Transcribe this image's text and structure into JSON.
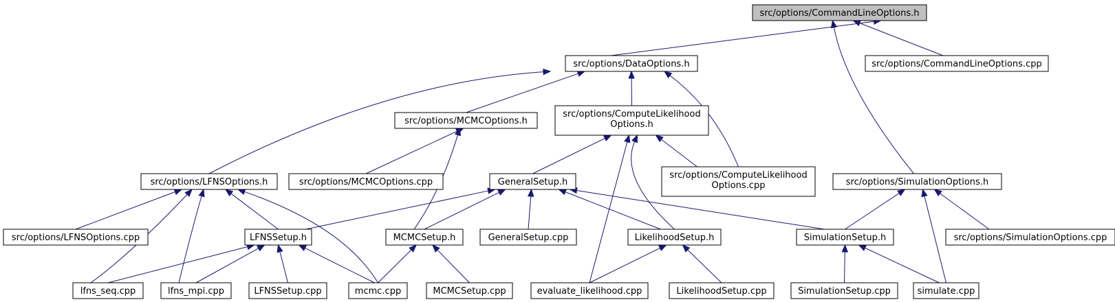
{
  "nodes": {
    "cmdline_h": {
      "lines": [
        "src/options/CommandLineOptions.h"
      ],
      "root": true
    },
    "cmdline_cpp": {
      "lines": [
        "src/options/CommandLineOptions.cpp"
      ]
    },
    "data_h": {
      "lines": [
        "src/options/DataOptions.h"
      ]
    },
    "mcmcopt_h": {
      "lines": [
        "src/options/MCMCOptions.h"
      ]
    },
    "compute_h": {
      "lines": [
        "src/options/ComputeLikelihood",
        "Options.h"
      ]
    },
    "lfnsopt_h": {
      "lines": [
        "src/options/LFNSOptions.h"
      ]
    },
    "mcmcopt_cpp": {
      "lines": [
        "src/options/MCMCOptions.cpp"
      ]
    },
    "general_h": {
      "lines": [
        "GeneralSetup.h"
      ]
    },
    "compute_cpp": {
      "lines": [
        "src/options/ComputeLikelihood",
        "Options.cpp"
      ]
    },
    "simopt_h": {
      "lines": [
        "src/options/SimulationOptions.h"
      ]
    },
    "lfnsopt_cpp": {
      "lines": [
        "src/options/LFNSOptions.cpp"
      ]
    },
    "lfnssetup_h": {
      "lines": [
        "LFNSSetup.h"
      ]
    },
    "mcmcsetup_h": {
      "lines": [
        "MCMCSetup.h"
      ]
    },
    "general_cpp": {
      "lines": [
        "GeneralSetup.cpp"
      ]
    },
    "likesetup_h": {
      "lines": [
        "LikelihoodSetup.h"
      ]
    },
    "simsetup_h": {
      "lines": [
        "SimulationSetup.h"
      ]
    },
    "simopt_cpp": {
      "lines": [
        "src/options/SimulationOptions.cpp"
      ]
    },
    "lfns_seq": {
      "lines": [
        "lfns_seq.cpp"
      ]
    },
    "lfns_mpi": {
      "lines": [
        "lfns_mpi.cpp"
      ]
    },
    "lfnssetup_cpp": {
      "lines": [
        "LFNSSetup.cpp"
      ]
    },
    "mcmc_cpp": {
      "lines": [
        "mcmc.cpp"
      ]
    },
    "mcmcsetup_cpp": {
      "lines": [
        "MCMCSetup.cpp"
      ]
    },
    "evaluate": {
      "lines": [
        "evaluate_likelihood.cpp"
      ]
    },
    "likesetup_cpp": {
      "lines": [
        "LikelihoodSetup.cpp"
      ]
    },
    "simsetup_cpp": {
      "lines": [
        "SimulationSetup.cpp"
      ]
    },
    "simulate": {
      "lines": [
        "simulate.cpp"
      ]
    }
  },
  "edges": [
    [
      "data_h",
      "cmdline_h"
    ],
    [
      "cmdline_cpp",
      "cmdline_h"
    ],
    [
      "simopt_h",
      "cmdline_h"
    ],
    [
      "mcmcopt_h",
      "data_h"
    ],
    [
      "compute_h",
      "data_h"
    ],
    [
      "lfnsopt_h",
      "data_h"
    ],
    [
      "compute_cpp",
      "data_h"
    ],
    [
      "mcmcopt_cpp",
      "mcmcopt_h"
    ],
    [
      "mcmcsetup_h",
      "mcmcopt_h"
    ],
    [
      "general_h",
      "compute_h"
    ],
    [
      "compute_cpp",
      "compute_h"
    ],
    [
      "evaluate",
      "compute_h"
    ],
    [
      "likesetup_h",
      "compute_h"
    ],
    [
      "lfnsopt_cpp",
      "lfnsopt_h"
    ],
    [
      "lfnssetup_h",
      "lfnsopt_h"
    ],
    [
      "lfns_seq",
      "lfnsopt_h"
    ],
    [
      "lfns_mpi",
      "lfnsopt_h"
    ],
    [
      "mcmc_cpp",
      "lfnsopt_h"
    ],
    [
      "lfnssetup_h",
      "general_h"
    ],
    [
      "mcmcsetup_h",
      "general_h"
    ],
    [
      "general_cpp",
      "general_h"
    ],
    [
      "likesetup_h",
      "general_h"
    ],
    [
      "simsetup_h",
      "general_h"
    ],
    [
      "simsetup_h",
      "simopt_h"
    ],
    [
      "simopt_cpp",
      "simopt_h"
    ],
    [
      "simulate",
      "simopt_h"
    ],
    [
      "lfns_seq",
      "lfnssetup_h"
    ],
    [
      "lfns_mpi",
      "lfnssetup_h"
    ],
    [
      "lfnssetup_cpp",
      "lfnssetup_h"
    ],
    [
      "mcmc_cpp",
      "lfnssetup_h"
    ],
    [
      "mcmc_cpp",
      "mcmcsetup_h"
    ],
    [
      "mcmcsetup_cpp",
      "mcmcsetup_h"
    ],
    [
      "evaluate",
      "likesetup_h"
    ],
    [
      "likesetup_cpp",
      "likesetup_h"
    ],
    [
      "simsetup_cpp",
      "simsetup_h"
    ],
    [
      "simulate",
      "simsetup_h"
    ]
  ]
}
